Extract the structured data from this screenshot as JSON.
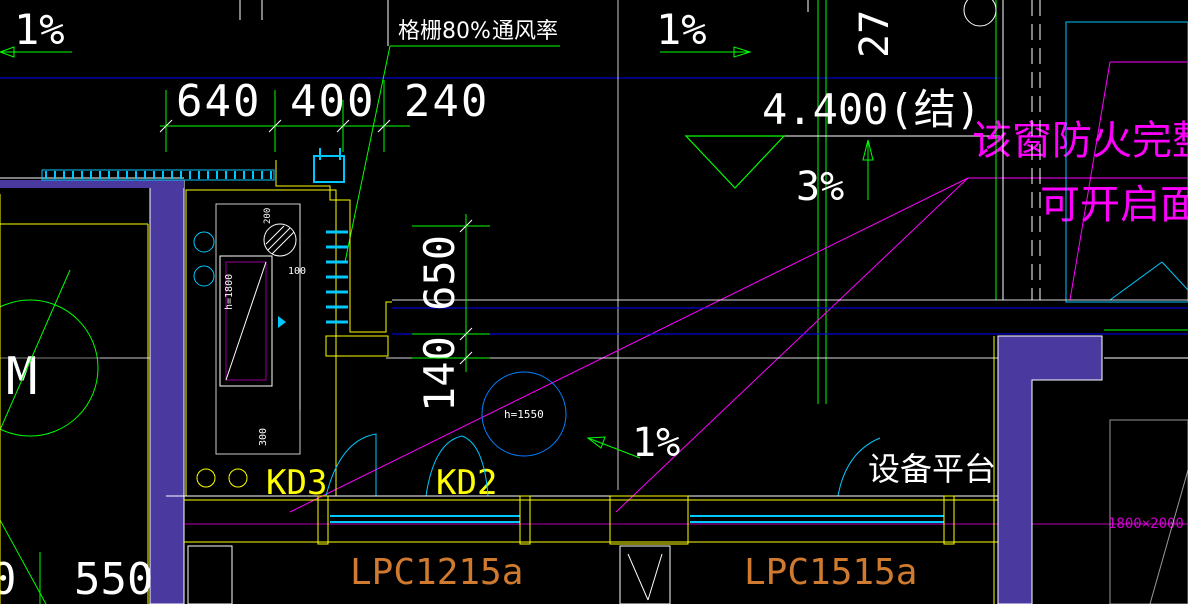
{
  "drawing": {
    "colors": {
      "background": "#000000",
      "white": "#ffffff",
      "green": "#00ff00",
      "cyan": "#00c8ff",
      "blue": "#0000ff",
      "yellow": "#ffff00",
      "magenta": "#ff00ff",
      "purple_fill": "#4a3aa0",
      "lpc_color": "#d07a30"
    },
    "labels": {
      "slope_1_top_left": "1%",
      "grille_note_part1": "格栅80%",
      "grille_note_part2": "通风率",
      "slope_1_top_mid": "1%",
      "dim_27": "27",
      "dim_640_400_240": "640 400 240",
      "elevation": "4.400(结)",
      "slope_3": "3%",
      "window_note_line1": "该窗防火完整性",
      "window_note_line2": "可开启面积",
      "dim_140_650": "140 650",
      "circle_h": "h=1550",
      "slope_1_mid": "1%",
      "kd3": "KD3",
      "kd2": "KD2",
      "equipment_platform": "设备平台",
      "dim_550": "550",
      "lpc_1": "LPC1215a",
      "lpc_2": "LPC1515a",
      "dim_1800": "1800×2000",
      "m_label": "M",
      "small_dim_200": "200",
      "small_dim_300": "300",
      "small_dim_100": "100",
      "small_h_label": "h=1800"
    }
  }
}
